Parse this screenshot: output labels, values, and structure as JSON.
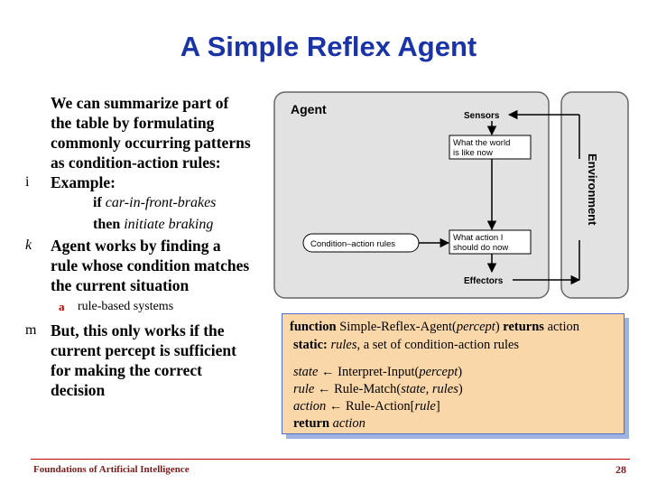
{
  "title": "A Simple Reflex Agent",
  "bullets": {
    "b1": {
      "marker": "",
      "lines": [
        "We can summarize part of",
        "the table by formulating",
        "commonly occurring patterns",
        "as condition-action rules:"
      ]
    },
    "b2": {
      "marker": "i",
      "text": "Example:",
      "if_kw": "if",
      "if_val": "car-in-front-brakes",
      "then_kw": "then",
      "then_val": "initiate braking"
    },
    "b3": {
      "marker": "k",
      "lines": [
        "Agent works by finding a",
        "rule whose condition matches",
        "the current situation"
      ]
    },
    "sub": {
      "marker": "a",
      "text": "rule-based systems"
    },
    "b4": {
      "marker": "m",
      "lines": [
        "But, this only works if the",
        "current percept is sufficient",
        "for making the correct",
        "decision"
      ]
    }
  },
  "diagram": {
    "agent": "Agent",
    "sensors": "Sensors",
    "world_1": "What the world",
    "world_2": "is like now",
    "environment": "Environment",
    "rules": "Condition–action rules",
    "action_1": "What action I",
    "action_2": "should do now",
    "effectors": "Effectors"
  },
  "code": {
    "function_kw": "function",
    "function_name": "Simple-Reflex-Agent(",
    "percept_arg": "percept",
    "close_paren": ")",
    "returns_kw": "returns",
    "returns_val": "action",
    "static_kw": "static:",
    "rules_word": "rules",
    "static_rest": ", a set of condition-action rules",
    "state_var": "state",
    "arrow": "←",
    "interpret": "Interpret-Input(",
    "percept": "percept",
    "rule_var": "rule",
    "rule_match": "Rule-Match(",
    "match_args": "state, rules",
    "action_var": "action",
    "rule_action": "Rule-Action[",
    "rule_arg": "rule",
    "close_bracket": "]",
    "return_kw": "return",
    "return_val": "action"
  },
  "footer": {
    "left": "Foundations of Artificial Intelligence",
    "page": "28"
  }
}
